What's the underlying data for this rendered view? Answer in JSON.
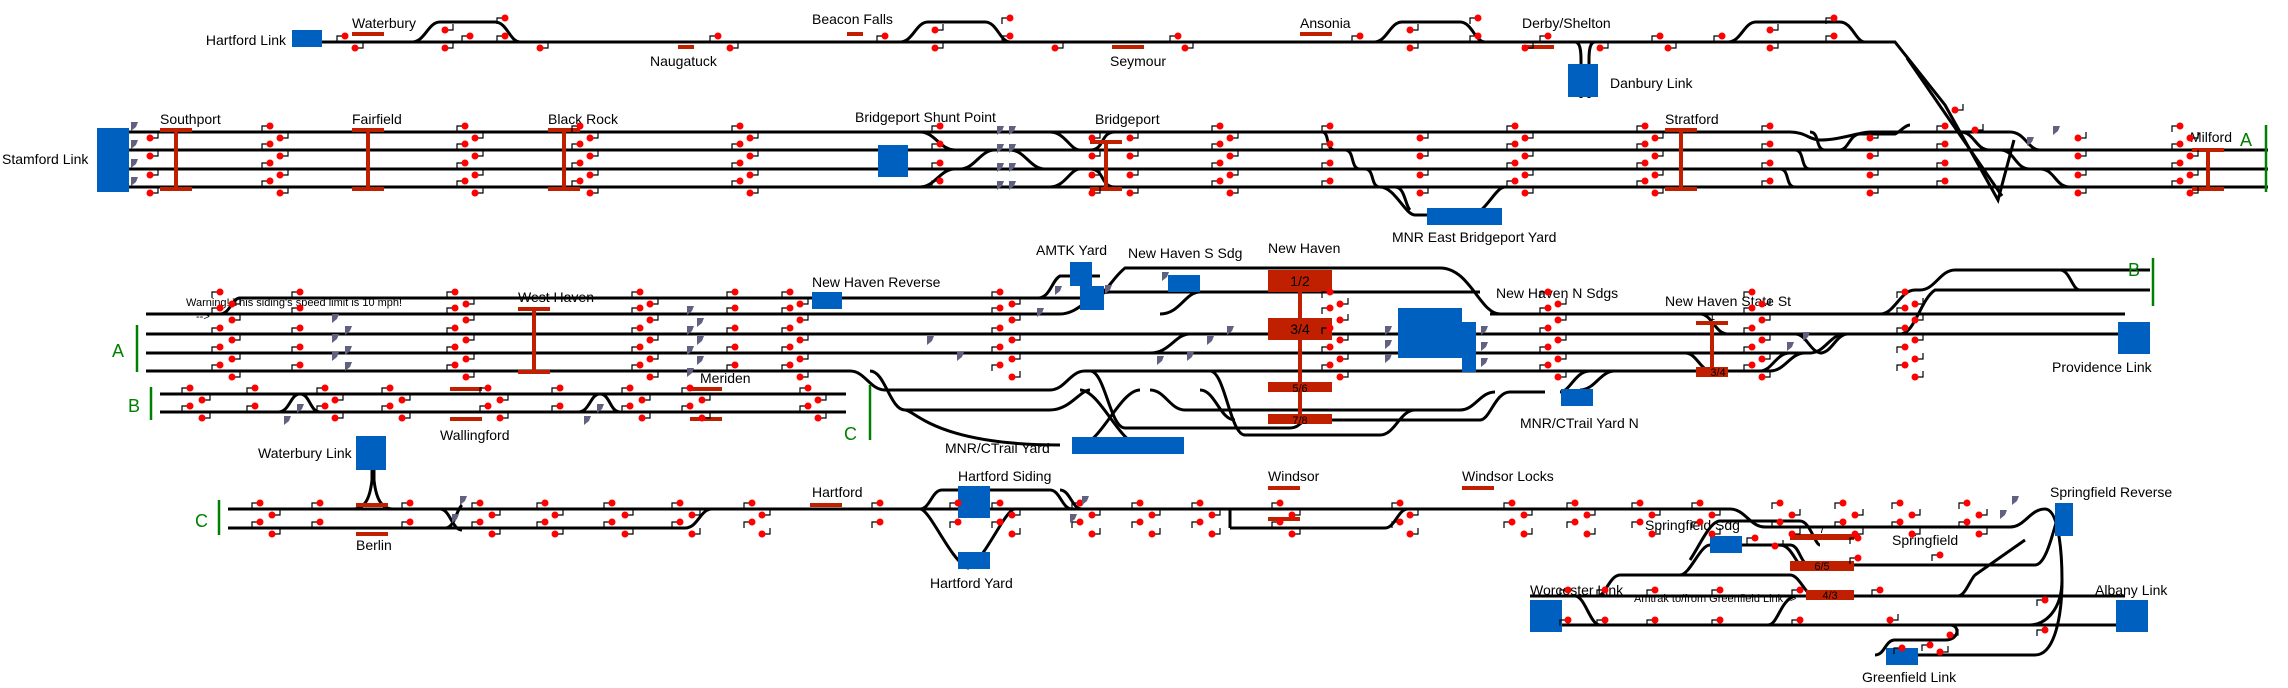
{
  "colors": {
    "track": "#000000",
    "platform": "#c02000",
    "link": "#0060c0",
    "signal": "#ff0000",
    "points": "#606080",
    "zone_marker": "#008000",
    "background": "#ffffff"
  },
  "links": {
    "hartford_top": "Hartford Link",
    "stamford": "Stamford Link",
    "danbury": "Danbury Link",
    "providence": "Providence Link",
    "waterbury": "Waterbury Link",
    "worcester": "Worcester Link",
    "albany": "Albany Link",
    "greenfield": "Greenfield Link"
  },
  "stations": {
    "waterbury": "Waterbury",
    "naugatuck": "Naugatuck",
    "beacon_falls": "Beacon Falls",
    "seymour": "Seymour",
    "ansonia": "Ansonia",
    "derby_shelton": "Derby/Shelton",
    "southport": "Southport",
    "fairfield": "Fairfield",
    "black_rock": "Black Rock",
    "bridgeport_shunt": "Bridgeport Shunt Point",
    "bridgeport": "Bridgeport",
    "stratford": "Stratford",
    "milford": "Milford",
    "mnr_east_bridgeport": "MNR East Bridgeport Yard",
    "west_haven": "West Haven",
    "new_haven_reverse": "New Haven Reverse",
    "amtk_yard": "AMTK Yard",
    "new_haven_s_sdg": "New Haven S Sdg",
    "new_haven": "New Haven",
    "new_haven_n_sdgs": "New Haven N Sdgs",
    "new_haven_state_st": "New Haven State St",
    "mnr_ctrail_yard": "MNR/CTrail Yard",
    "mnr_ctrail_yard_n": "MNR/CTrail Yard N",
    "meriden": "Meriden",
    "wallingford": "Wallingford",
    "berlin": "Berlin",
    "hartford": "Hartford",
    "hartford_siding": "Hartford Siding",
    "hartford_yard": "Hartford Yard",
    "windsor": "Windsor",
    "windsor_locks": "Windsor Locks",
    "springfield_reverse": "Springfield Reverse",
    "springfield_sdg": "Springfield Sdg",
    "springfield": "Springfield"
  },
  "platform_numbers": {
    "nh_12": "1/2",
    "nh_34": "3/4",
    "nh_56": "5/6",
    "nh_78": "7/8",
    "state_st_1": "1",
    "state_st_34": "3/4",
    "spr_7": "7",
    "spr_65": "6/5",
    "spr_43": "4/3"
  },
  "annotations": {
    "warning": "Warning! This siding's speed limit is 10 mph!",
    "warning_arrow": "-->",
    "amtrak_greenfield": "Amtrak to/from Greenfield Link ->"
  },
  "zone_markers": {
    "a_right": "A",
    "a_left": "A",
    "b_right": "B",
    "b_left": "B",
    "c_mid": "C",
    "c_left": "C"
  }
}
